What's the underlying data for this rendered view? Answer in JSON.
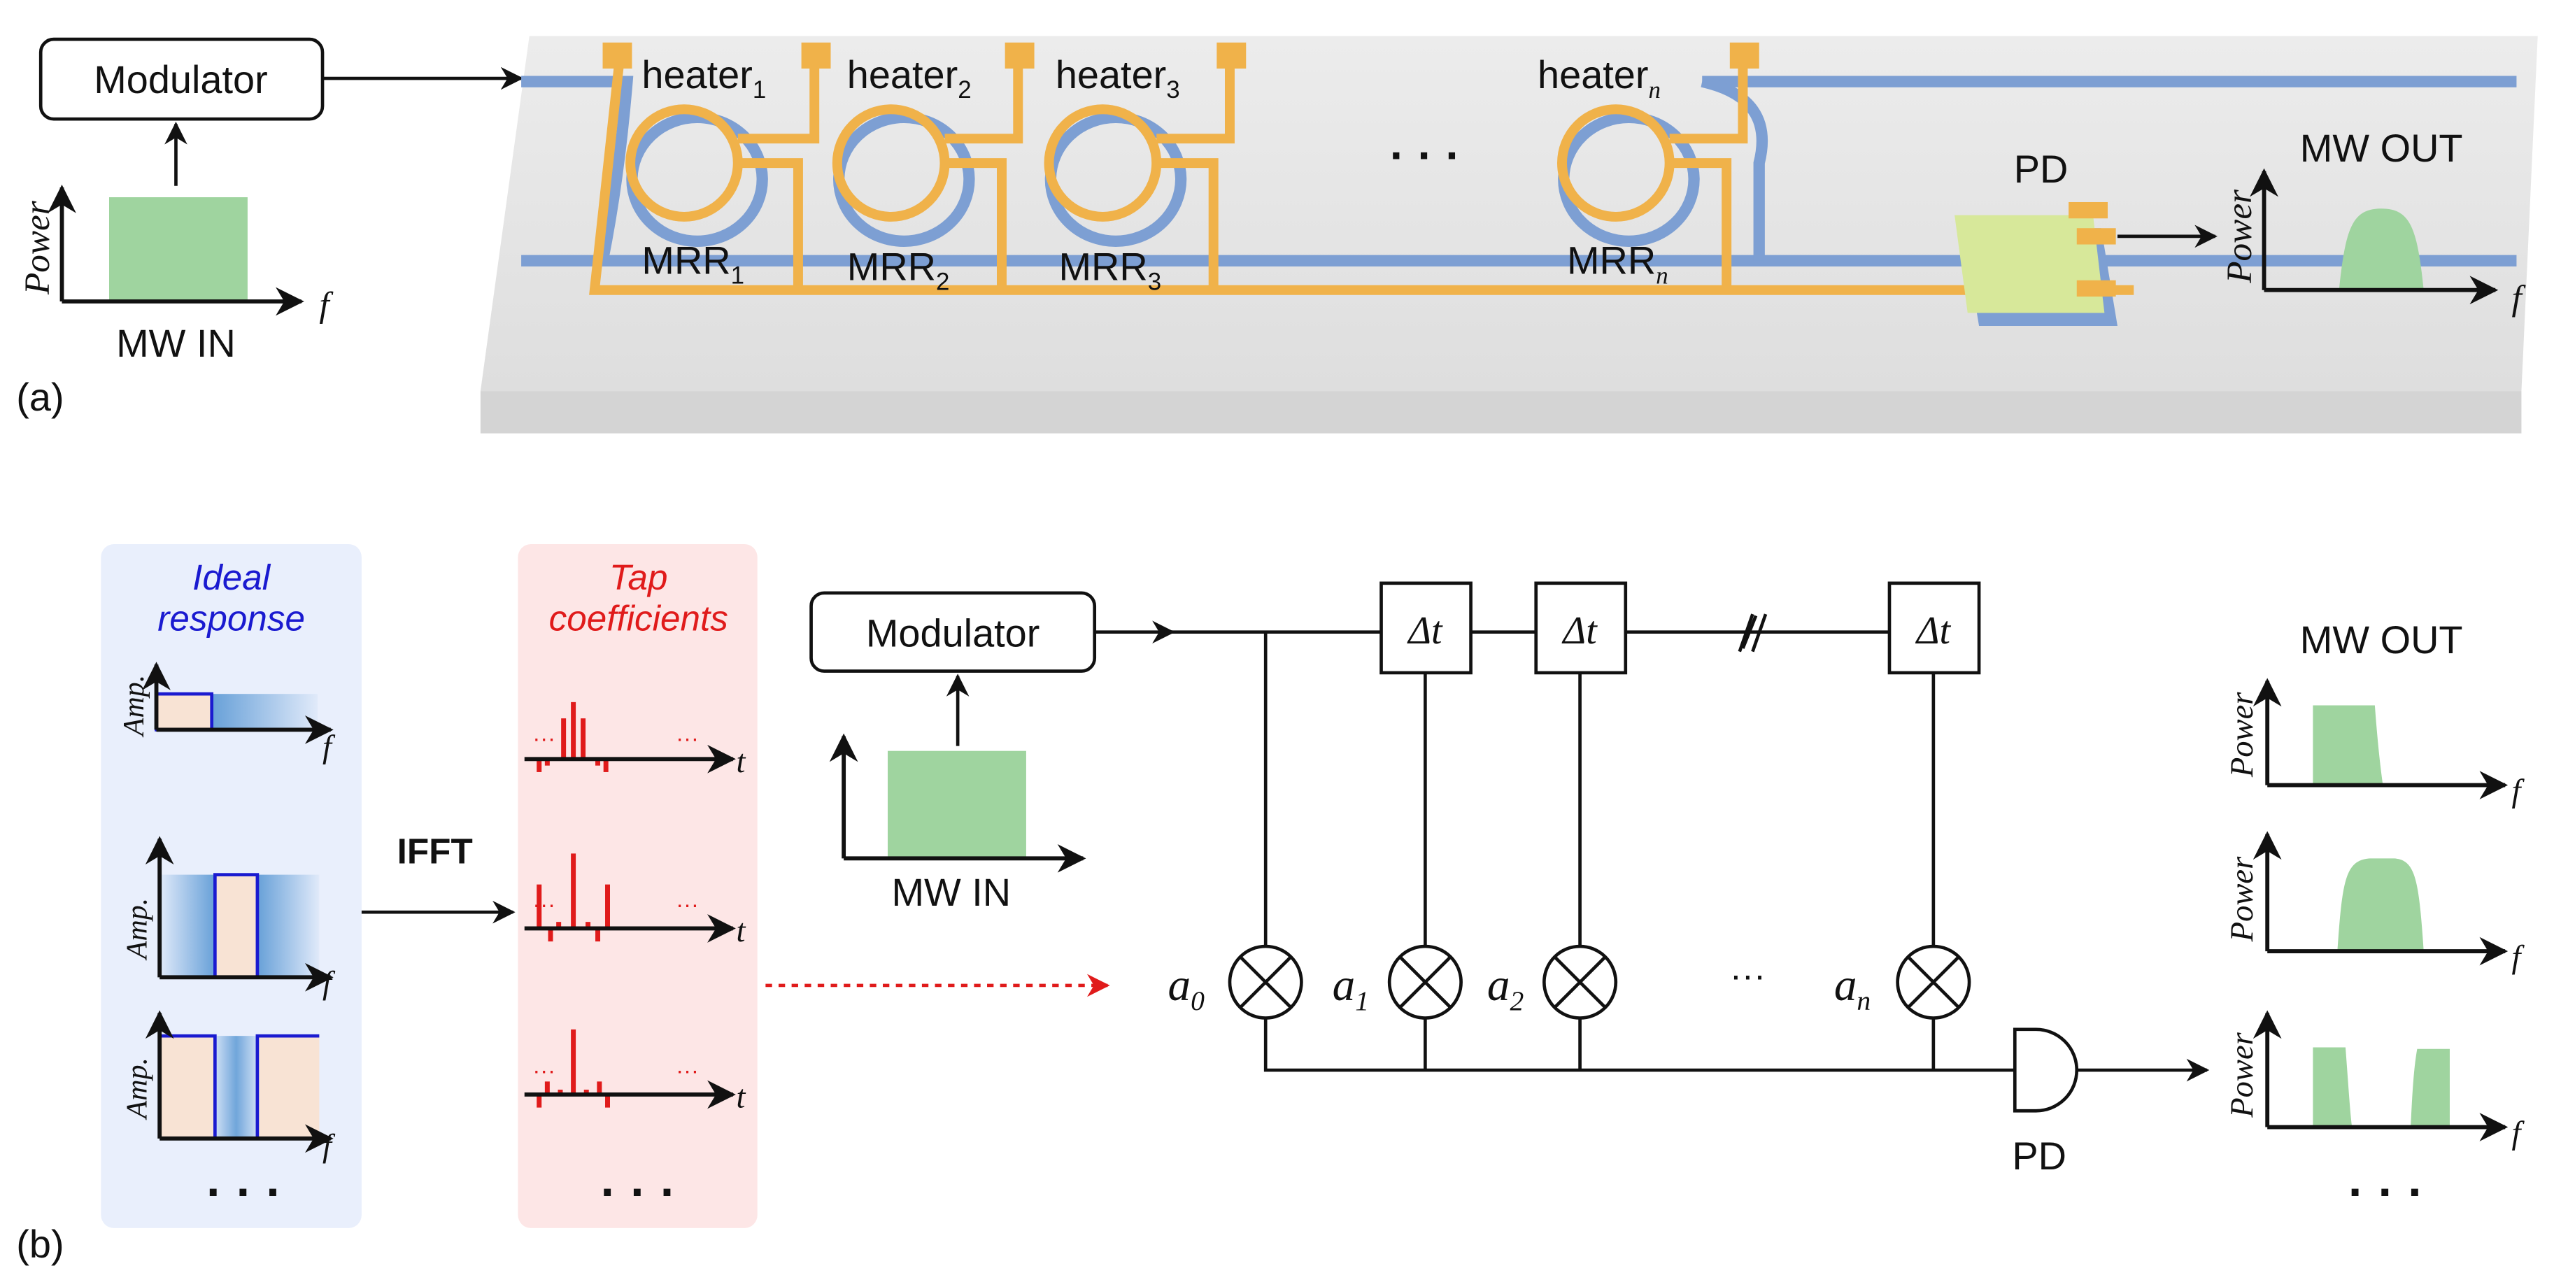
{
  "panel_a": {
    "label": "(a)",
    "modulator": "Modulator",
    "mw_in": "MW IN",
    "power_axis": "Power",
    "freq_axis": "f",
    "heaters": [
      {
        "base": "heater",
        "sub": "1"
      },
      {
        "base": "heater",
        "sub": "2"
      },
      {
        "base": "heater",
        "sub": "3"
      },
      {
        "base": "heater",
        "sub": "n"
      }
    ],
    "rings": [
      {
        "base": "MRR",
        "sub": "1"
      },
      {
        "base": "MRR",
        "sub": "2"
      },
      {
        "base": "MRR",
        "sub": "3"
      },
      {
        "base": "MRR",
        "sub": "n"
      }
    ],
    "ellipsis": "· · ·",
    "pd": "PD",
    "mw_out": "MW OUT"
  },
  "panel_b": {
    "label": "(b)",
    "ideal_title_1": "Ideal",
    "ideal_title_2": "response",
    "amp_axis": "Amp.",
    "freq_axis": "f",
    "time_axis": "t",
    "tap_title_1": "Tap",
    "tap_title_2": "coefficients",
    "ifft": "IFFT",
    "dots_small": "···",
    "ellipsis": "· · ·",
    "modulator": "Modulator",
    "mw_in": "MW IN",
    "power_axis": "Power",
    "delay": "Δt",
    "taps": [
      {
        "base": "a",
        "sub": "0"
      },
      {
        "base": "a",
        "sub": "1"
      },
      {
        "base": "a",
        "sub": "2"
      },
      {
        "base": "a",
        "sub": "n"
      }
    ],
    "tap_ellipsis": "···",
    "pd": "PD",
    "mw_out": "MW OUT"
  },
  "colors": {
    "spectrum_green": "#9fd49f",
    "waveguide_blue": "#7d9fd3",
    "heater_gold": "#f0b24a",
    "ideal_panel": "#e9effc",
    "tap_panel": "#fde6e6",
    "ideal_title": "#1a1ad0",
    "tap_red": "#e01b1b"
  }
}
